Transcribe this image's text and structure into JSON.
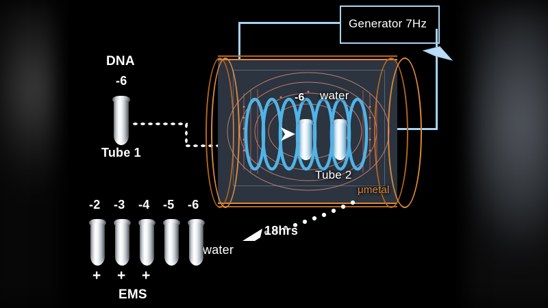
{
  "figure": {
    "title": "DNA electromagnetic signal transduction experiment",
    "background_color": "#000000",
    "panel_color": "#000000"
  },
  "colors": {
    "mu_metal": "#e08a36",
    "coil": "#4fb4e8",
    "wire": "#a8d4f2",
    "field_lines": "#d98a74",
    "text": "#ffffff",
    "cylinder_fill": "#2c3440"
  },
  "source_tube": {
    "title": "DNA",
    "dilution": "-6",
    "caption": "Tube 1"
  },
  "generator": {
    "label": "Generator 7Hz",
    "icon": "lightning-bolt-icon"
  },
  "chamber": {
    "shield_label": "μmetal",
    "inner_tube_left_label": "-6",
    "inner_tube_right_label": "water",
    "caption": "Tube 2",
    "coil_direction_icon": "right-arrow-icon"
  },
  "transfer": {
    "duration": "18hrs",
    "target_label": "water",
    "arrow_icon": "arrow-down-left-icon"
  },
  "dilution_series": {
    "labels": [
      "-2",
      "-3",
      "-4",
      "-5",
      "-6"
    ],
    "plus_marks": [
      "+",
      "+",
      "+"
    ],
    "assay_label": "EMS"
  }
}
